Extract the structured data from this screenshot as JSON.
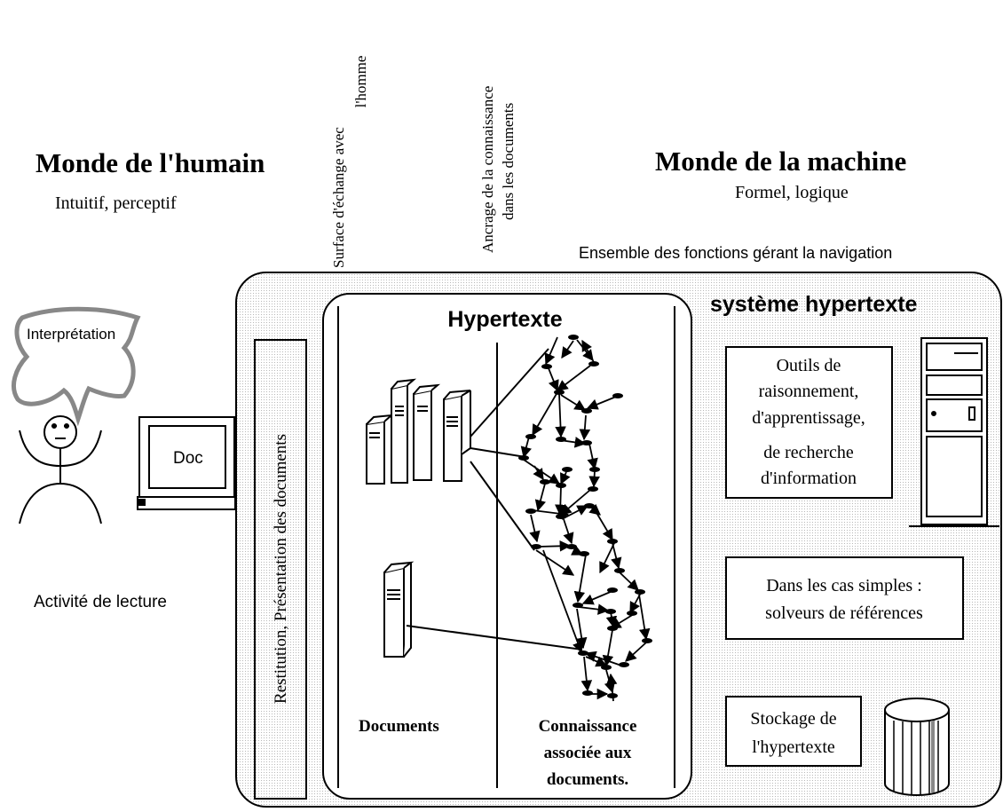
{
  "human_world": {
    "title": "Monde de l'humain",
    "subtitle": "Intuitif, perceptif",
    "thought_label": "Interprétation",
    "activity_label": "Activité de lecture",
    "screen_label": "Doc"
  },
  "machine_world": {
    "title": "Monde de la machine",
    "subtitle": "Formel, logique"
  },
  "vertical_labels": {
    "exchange_surface": [
      "Surface d'échange avec",
      "l'homme"
    ],
    "knowledge_anchor": [
      "Ancrage de la connaissance",
      "dans les documents"
    ]
  },
  "system": {
    "functions_label": "Ensemble des fonctions gérant la navigation",
    "title": "système hypertexte",
    "restitution_label": "Restitution, Présentation des documents",
    "hypertext_title": "Hypertexte",
    "documents_label": "Documents",
    "knowledge_label": [
      "Connaissance",
      "associée aux",
      "documents."
    ],
    "tools_box": [
      "Outils de",
      "raisonnement,",
      "d'apprentissage,",
      "de recherche",
      "d'information"
    ],
    "solvers_box": [
      "Dans les cas simples :",
      "solveurs de références"
    ],
    "storage_box": [
      "Stockage de",
      "l'hypertexte"
    ]
  },
  "icons": [
    "stick-figure-icon",
    "thought-cloud-icon",
    "monitor-icon",
    "book-icon",
    "server-tower-icon",
    "database-cylinder-icon"
  ],
  "colors": {
    "stroke": "#000000",
    "stipple": "#b8b8b8",
    "cloud": "#888888",
    "background": "#ffffff"
  }
}
